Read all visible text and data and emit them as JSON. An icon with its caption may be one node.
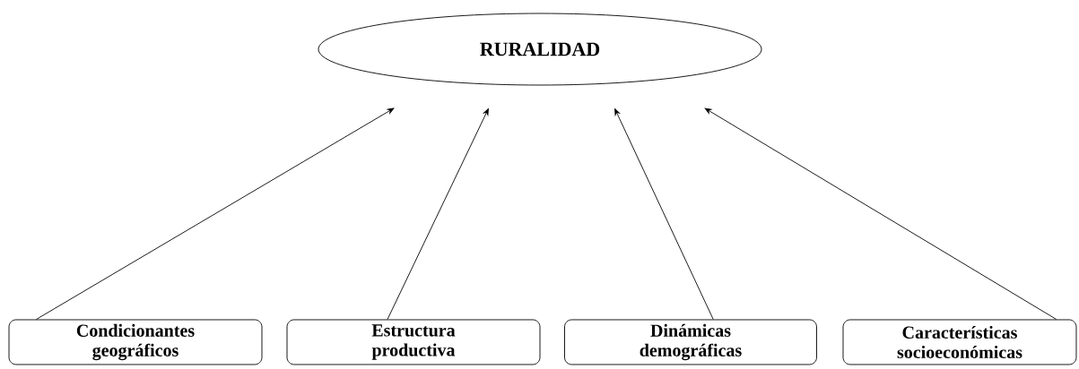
{
  "diagram": {
    "nodes": [
      {
        "text": [
          "RURALIDAD"
        ]
      },
      {
        "text": [
          "Condicionantes geográficos"
        ]
      },
      {
        "text": [
          "Estructura productiva"
        ]
      },
      {
        "text": [
          "Dinámicas demográficas"
        ]
      },
      {
        "text": [
          "Características socioeconómicas"
        ]
      }
    ],
    "edges": [
      {
        "from": 1,
        "to": 0,
        "arrow": "to"
      },
      {
        "from": 2,
        "to": 0,
        "arrow": "to"
      },
      {
        "from": 3,
        "to": 0,
        "arrow": "to"
      },
      {
        "from": 4,
        "to": 0,
        "arrow": "to"
      }
    ]
  }
}
